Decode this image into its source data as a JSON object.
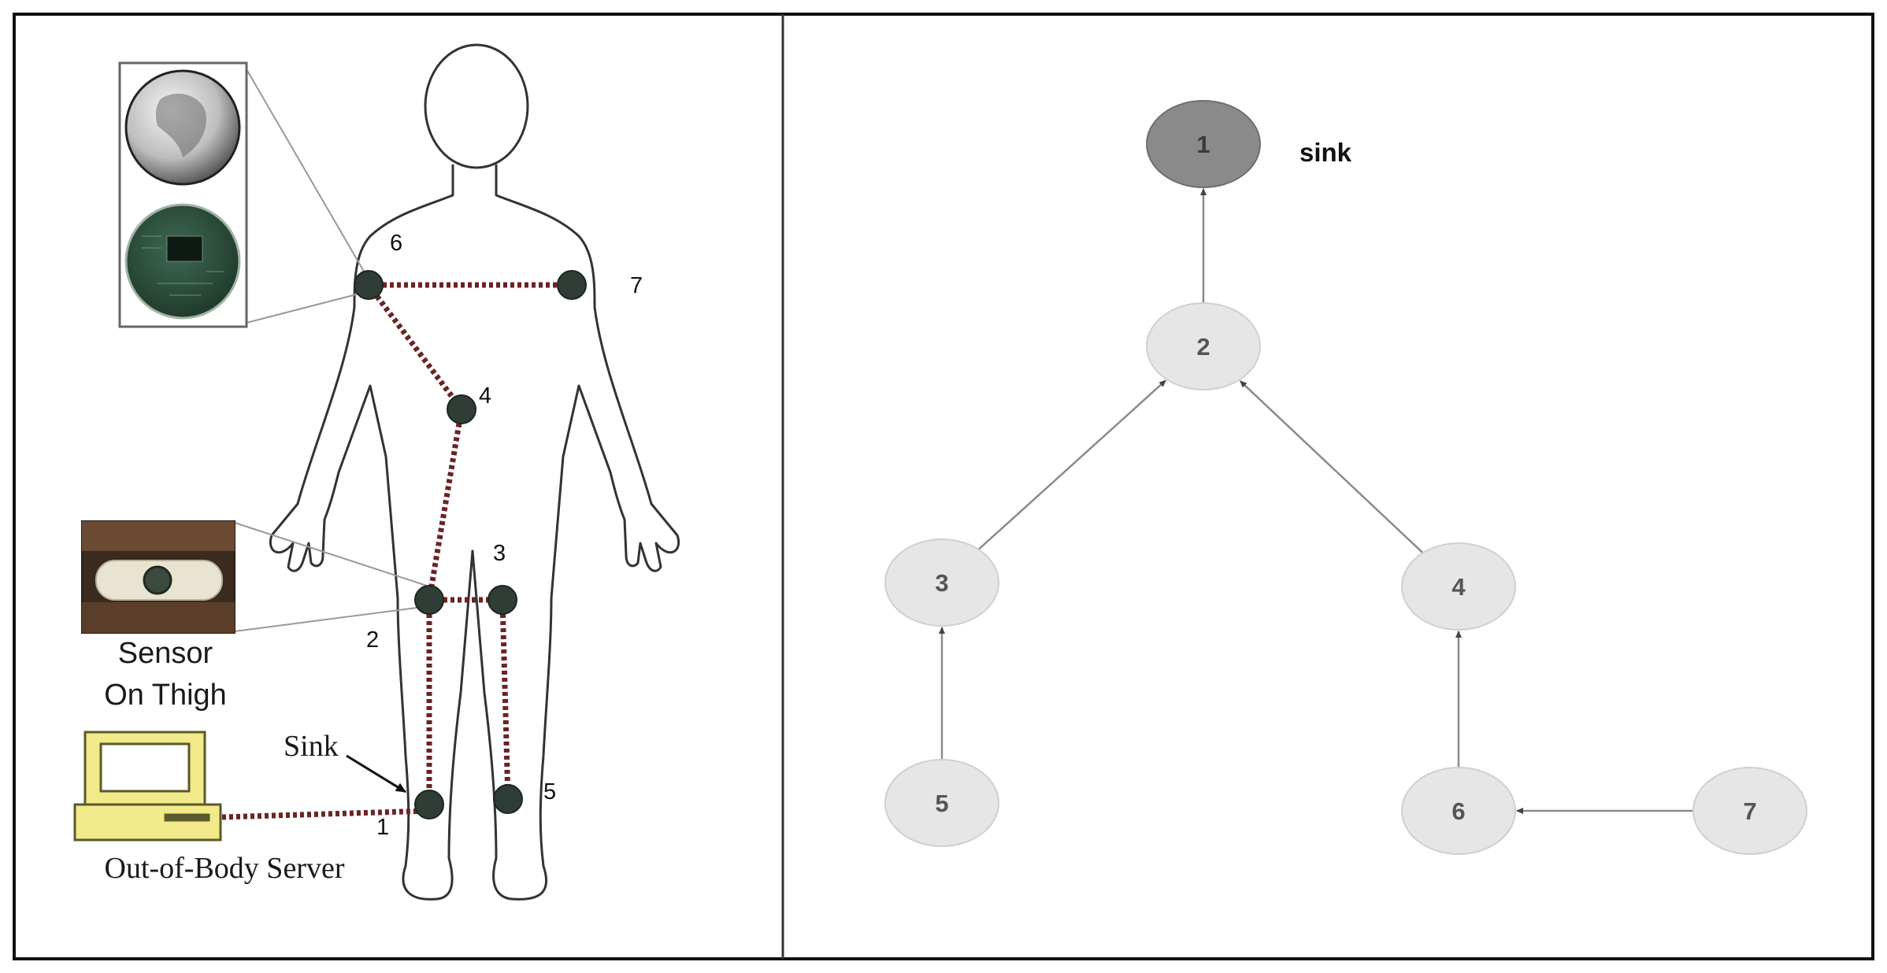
{
  "left_panel": {
    "node_labels": {
      "n1": "1",
      "n2": "2",
      "n3": "3",
      "n4": "4",
      "n5": "5",
      "n6": "6",
      "n7": "7"
    },
    "sensor_caption_line1": "Sensor",
    "sensor_caption_line2": "On Thigh",
    "sink_label": "Sink",
    "server_label": "Out-of-Body Server"
  },
  "right_panel": {
    "tree_nodes": [
      {
        "id": "1",
        "label": "1",
        "role": "sink"
      },
      {
        "id": "2",
        "label": "2"
      },
      {
        "id": "3",
        "label": "3"
      },
      {
        "id": "4",
        "label": "4"
      },
      {
        "id": "5",
        "label": "5"
      },
      {
        "id": "6",
        "label": "6"
      },
      {
        "id": "7",
        "label": "7"
      }
    ],
    "edges": [
      {
        "from": "2",
        "to": "1"
      },
      {
        "from": "3",
        "to": "2"
      },
      {
        "from": "4",
        "to": "2"
      },
      {
        "from": "5",
        "to": "3"
      },
      {
        "from": "6",
        "to": "4"
      },
      {
        "from": "7",
        "to": "6"
      }
    ],
    "sink_text": "sink"
  },
  "colors": {
    "sink_node": "#8a8a8a",
    "tree_node": "#e6e6e6",
    "sensor_dot": "#2f3d36",
    "link_dotted": "#6b2323",
    "frame": "#111111"
  }
}
